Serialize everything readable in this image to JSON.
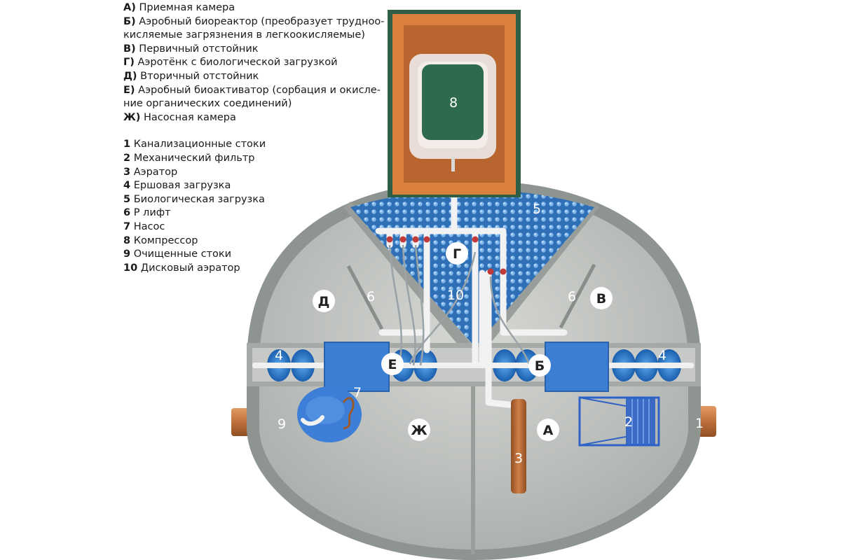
{
  "legend": {
    "chambers": [
      {
        "key": "А)",
        "text": "Приемная камера"
      },
      {
        "key": "Б)",
        "text": "Аэробный биореактор (преобразует трудноо-"
      },
      {
        "key": "",
        "text": "кисляемые загрязнения в легкоокисляемые)"
      },
      {
        "key": "В)",
        "text": "Первичный отстойник"
      },
      {
        "key": "Г)",
        "text": "Аэротёнк с биологической загрузкой"
      },
      {
        "key": "Д)",
        "text": "Вторичный отстойник"
      },
      {
        "key": "Е)",
        "text": "Аэробный биоактиватор (сорбация и окисле-"
      },
      {
        "key": "",
        "text": "ние органических соединений)"
      },
      {
        "key": "Ж)",
        "text": "Насосная камера"
      }
    ],
    "parts": [
      {
        "key": "1",
        "text": "Канализационные стоки"
      },
      {
        "key": "2",
        "text": "Механический фильтр"
      },
      {
        "key": "3",
        "text": "Аэратор"
      },
      {
        "key": "4",
        "text": "Ершовая загрузка"
      },
      {
        "key": "5",
        "text": "Биологическая загрузка"
      },
      {
        "key": "6",
        "text": "Р лифт"
      },
      {
        "key": "7",
        "text": "Насос"
      },
      {
        "key": "8",
        "text": "Компрессор"
      },
      {
        "key": "9",
        "text": "Очищенные стоки"
      },
      {
        "key": "10",
        "text": "Дисковый аэратор"
      }
    ]
  },
  "diagram": {
    "chamber_badges": {
      "a": "А",
      "b": "Б",
      "v": "В",
      "g": "Г",
      "d": "Д",
      "e": "Е",
      "zh": "Ж"
    },
    "part_labels": {
      "p1": "1",
      "p2": "2",
      "p3": "3",
      "p4_left": "4",
      "p4_right": "4",
      "p5": "5",
      "p6_left": "6",
      "p6_right": "6",
      "p7": "7",
      "p8": "8",
      "p9": "9",
      "p10": "10"
    }
  },
  "colors": {
    "tank_outer": "#8e9591",
    "tank_inner": "#c9ccc8",
    "compressor_box": "#2f5e44",
    "compressor_wood": "#d9803f",
    "bio_load": "#3f7fc4",
    "brush": "#2d86d8",
    "pipe_copper": "#c2733f",
    "pump": "#3f7fd8"
  }
}
